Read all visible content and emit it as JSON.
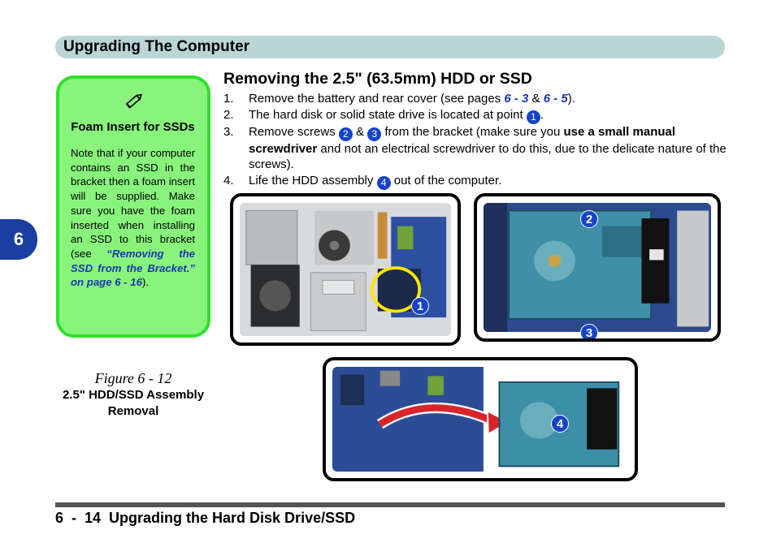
{
  "header": {
    "title": "Upgrading The Computer"
  },
  "chapter_tab": "6",
  "note": {
    "icon": "pencil-icon",
    "title": "Foam Insert for SSDs",
    "text": "Note that if your computer contains an SSD in the bracket then a foam insert will be supplied. Make sure you have the foam inserted when installing an SSD to this bracket (see ",
    "xref": "“Removing the SSD from the Bracket.” on page 6 - 16",
    "text_end": ")."
  },
  "figure": {
    "number": "Figure 6 - 12",
    "title": "2.5\" HDD/SSD Assembly Removal"
  },
  "section": {
    "title": "Removing the 2.5\" (63.5mm) HDD or SSD"
  },
  "steps": [
    {
      "num": "1.",
      "a": "Remove the battery and rear cover (see pages ",
      "ref1": "6 - 3",
      "mid": " & ",
      "ref2": "6 - 5",
      "end": ")."
    },
    {
      "num": "2.",
      "a": "The hard disk or solid state drive is located at point ",
      "badge": "1",
      "end": "."
    },
    {
      "num": "3.",
      "a": "Remove screws ",
      "badge1": "2",
      "mid": " & ",
      "badge2": "3",
      "b": " from the bracket (make sure you ",
      "bold": "use a small manual screwdriver",
      "end": " and not an electrical screwdriver to do this, due to the delicate nature of the screws)."
    },
    {
      "num": "4.",
      "a": "Life the HDD assembly ",
      "badge": "4",
      "end": " out of the computer."
    }
  ],
  "photo_badges": {
    "p1": "1",
    "p2a": "2",
    "p2b": "3",
    "p3": "4"
  },
  "footer": {
    "text": "6  -  14  Upgrading the Hard Disk Drive/SSD"
  }
}
